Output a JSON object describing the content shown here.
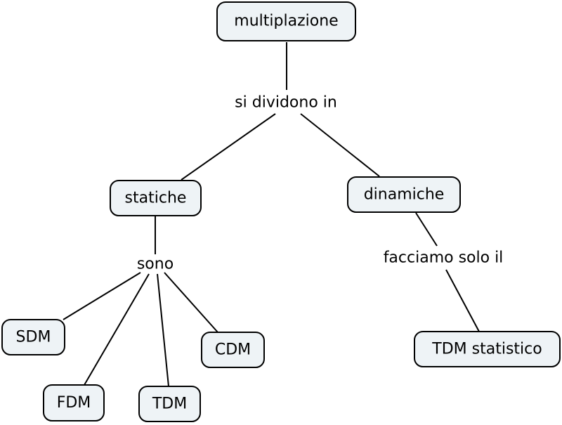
{
  "concept_map": {
    "nodes": {
      "multiplazione": "multiplazione",
      "statiche": "statiche",
      "dinamiche": "dinamiche",
      "sdm": "SDM",
      "fdm": "FDM",
      "tdm": "TDM",
      "cdm": "CDM",
      "tdm_statistico": "TDM statistico"
    },
    "link_labels": {
      "si_dividono_in": "si dividono in",
      "sono": "sono",
      "facciamo_solo_il": "facciamo solo il"
    }
  }
}
